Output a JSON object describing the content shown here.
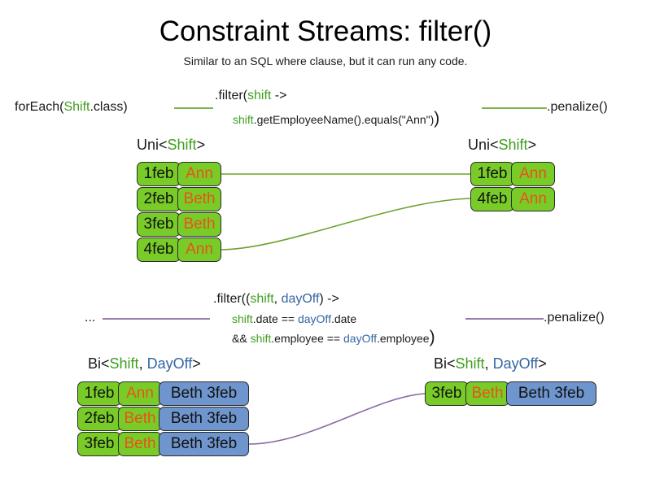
{
  "header": {
    "title": "Constraint Streams: filter()",
    "subtitle": "Similar to an SQL where clause, but it can run any code."
  },
  "colors": {
    "green_text": "#3f9e1f",
    "blue_text": "#3465a4",
    "green_cell": "#79CC28",
    "blue_cell": "#6E95CD",
    "orange_text": "#E8521A",
    "green_wire": "#6aa42f",
    "purple_wire": "#8a6aa0",
    "cell_border": "#2b2b2b"
  },
  "uni_section": {
    "source_call": {
      "prefix": "forEach(",
      "type": "Shift",
      "suffix": ".class)"
    },
    "filter": {
      "line1": {
        "method": ".filter(",
        "param": "shift",
        "arrow": " ->"
      },
      "line2": {
        "var": "shift",
        "expr": ".getEmployeeName().equals(\"Ann\")",
        "close": ")"
      }
    },
    "penalize": ".penalize()",
    "left_label": {
      "prefix": "Uni<",
      "type": "Shift",
      "suffix": ">"
    },
    "right_label": {
      "prefix": "Uni<",
      "type": "Shift",
      "suffix": ">"
    },
    "left_rows": [
      {
        "date": "1feb",
        "name": "Ann"
      },
      {
        "date": "2feb",
        "name": "Beth"
      },
      {
        "date": "3feb",
        "name": "Beth"
      },
      {
        "date": "4feb",
        "name": "Ann"
      }
    ],
    "right_rows": [
      {
        "date": "1feb",
        "name": "Ann"
      },
      {
        "date": "4feb",
        "name": "Ann"
      }
    ]
  },
  "bi_section": {
    "source_call": "...",
    "filter": {
      "line1": {
        "method": ".filter((",
        "param1": "shift",
        "comma": ", ",
        "param2": "dayOff",
        "arrow": ") ->"
      },
      "line2": {
        "var1": "shift",
        "mid1": ".date == ",
        "var2": "dayOff",
        "mid2": ".date"
      },
      "line3": {
        "and": "&& ",
        "var1": "shift",
        "mid1": ".employee == ",
        "var2": "dayOff",
        "mid2": ".employee",
        "close": ")"
      }
    },
    "penalize": ".penalize()",
    "left_label": {
      "prefix": "Bi<",
      "type1": "Shift",
      "comma": ", ",
      "type2": "DayOff",
      "suffix": ">"
    },
    "right_label": {
      "prefix": "Bi<",
      "type1": "Shift",
      "comma": ", ",
      "type2": "DayOff",
      "suffix": ">"
    },
    "left_rows": [
      {
        "date": "1feb",
        "name": "Ann",
        "pair": "Beth 3feb"
      },
      {
        "date": "2feb",
        "name": "Beth",
        "pair": "Beth 3feb"
      },
      {
        "date": "3feb",
        "name": "Beth",
        "pair": "Beth 3feb"
      }
    ],
    "right_rows": [
      {
        "date": "3feb",
        "name": "Beth",
        "pair": "Beth 3feb"
      }
    ]
  }
}
